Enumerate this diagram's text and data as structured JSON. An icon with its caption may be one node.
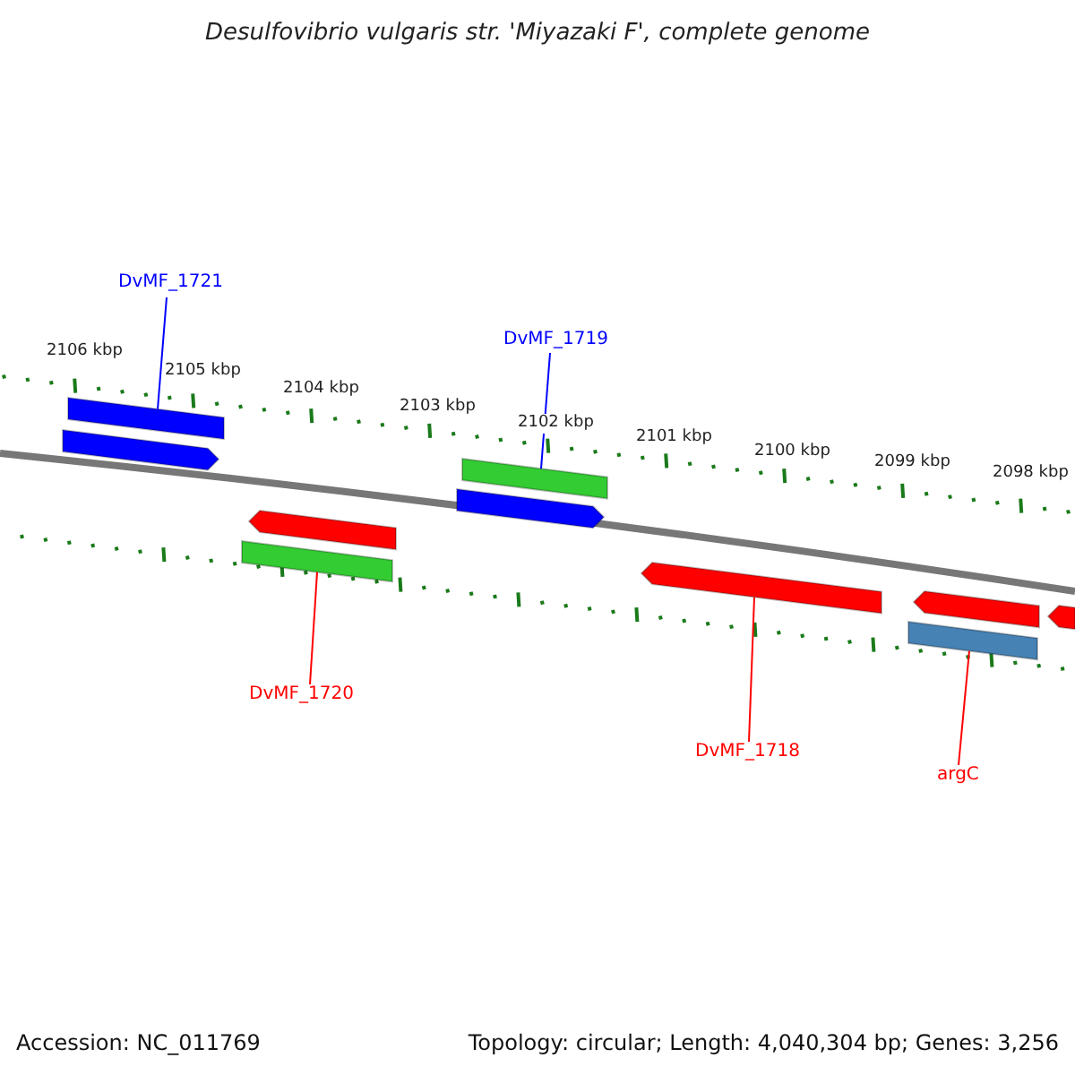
{
  "diagram": {
    "title": "Desulfovibrio vulgaris str. 'Miyazaki F', complete genome",
    "nodes": [
      {
        "text": [
          "DvMF_1721"
        ]
      },
      {
        "text": [],
        "shape": "bar"
      },
      {
        "text": [],
        "shape": "bar"
      },
      {
        "text": [
          "DvMF_1719"
        ]
      },
      {
        "text": [],
        "shape": "bar"
      },
      {
        "text": [],
        "shape": "bar"
      },
      {
        "text": [],
        "shape": "bar"
      },
      {
        "text": [],
        "shape": "bar"
      },
      {
        "text": [],
        "shape": "bar"
      },
      {
        "text": [],
        "shape": "bar"
      },
      {
        "text": [],
        "shape": "bar"
      },
      {
        "text": [],
        "shape": "bar"
      },
      {
        "text": [
          "DvMF_1720"
        ]
      },
      {
        "text": [
          "DvMF_1718"
        ]
      },
      {
        "text": [
          "argC"
        ]
      }
    ],
    "edges": [
      {
        "from": 0,
        "to": 1,
        "arrow": "none",
        "color": "#0000ff"
      },
      {
        "from": 3,
        "to": 4,
        "arrow": "none",
        "color": "#0000ff"
      },
      {
        "from": 12,
        "to": 7,
        "arrow": "none",
        "color": "#ff0000"
      },
      {
        "from": 13,
        "to": 8,
        "arrow": "none",
        "color": "#ff0000"
      },
      {
        "from": 14,
        "to": 11,
        "arrow": "none",
        "color": "#ff0000"
      }
    ],
    "labels": [
      "2106 kbp",
      "2105 kbp",
      "2104 kbp",
      "2103 kbp",
      "2102 kbp",
      "2101 kbp",
      "2100 kbp",
      "2099 kbp",
      "2098 kbp",
      "Accession: NC_011769",
      "Topology: circular; Length: 4,040,304 bp; Genes: 3,256"
    ]
  }
}
